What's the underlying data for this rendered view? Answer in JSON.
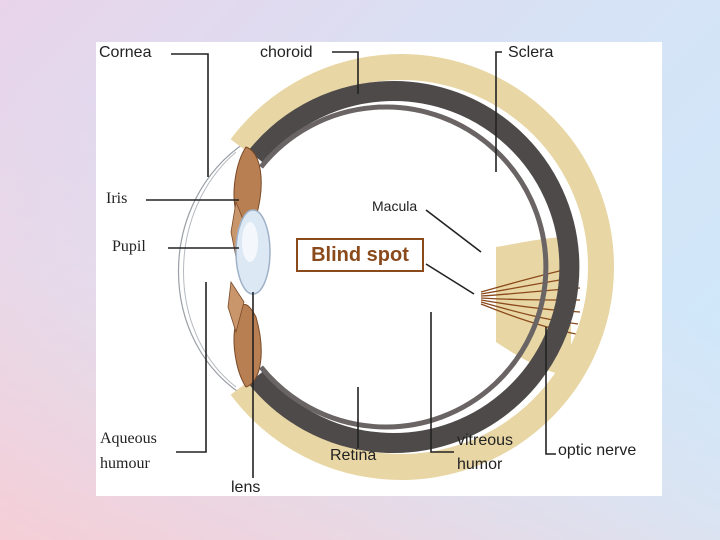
{
  "labels": {
    "cornea": "Cornea",
    "choroid": "choroid",
    "sclera": "Sclera",
    "iris": "Iris",
    "pupil": "Pupil",
    "macula": "Macula",
    "blind_spot": "Blind spot",
    "aqueous_1": "Aqueous",
    "aqueous_2": "humour",
    "lens": "lens",
    "retina": "Retina",
    "vitreous_1": "vitreous",
    "vitreous_2": "humor",
    "optic_nerve": "optic nerve"
  },
  "colors": {
    "sclera": "#e8d6a4",
    "choroid": "#4e4a4a",
    "iris": "#b87f52",
    "lens": "#dde8f5",
    "blind_spot_border": "#8b4a1c",
    "leader_line": "#222222"
  }
}
